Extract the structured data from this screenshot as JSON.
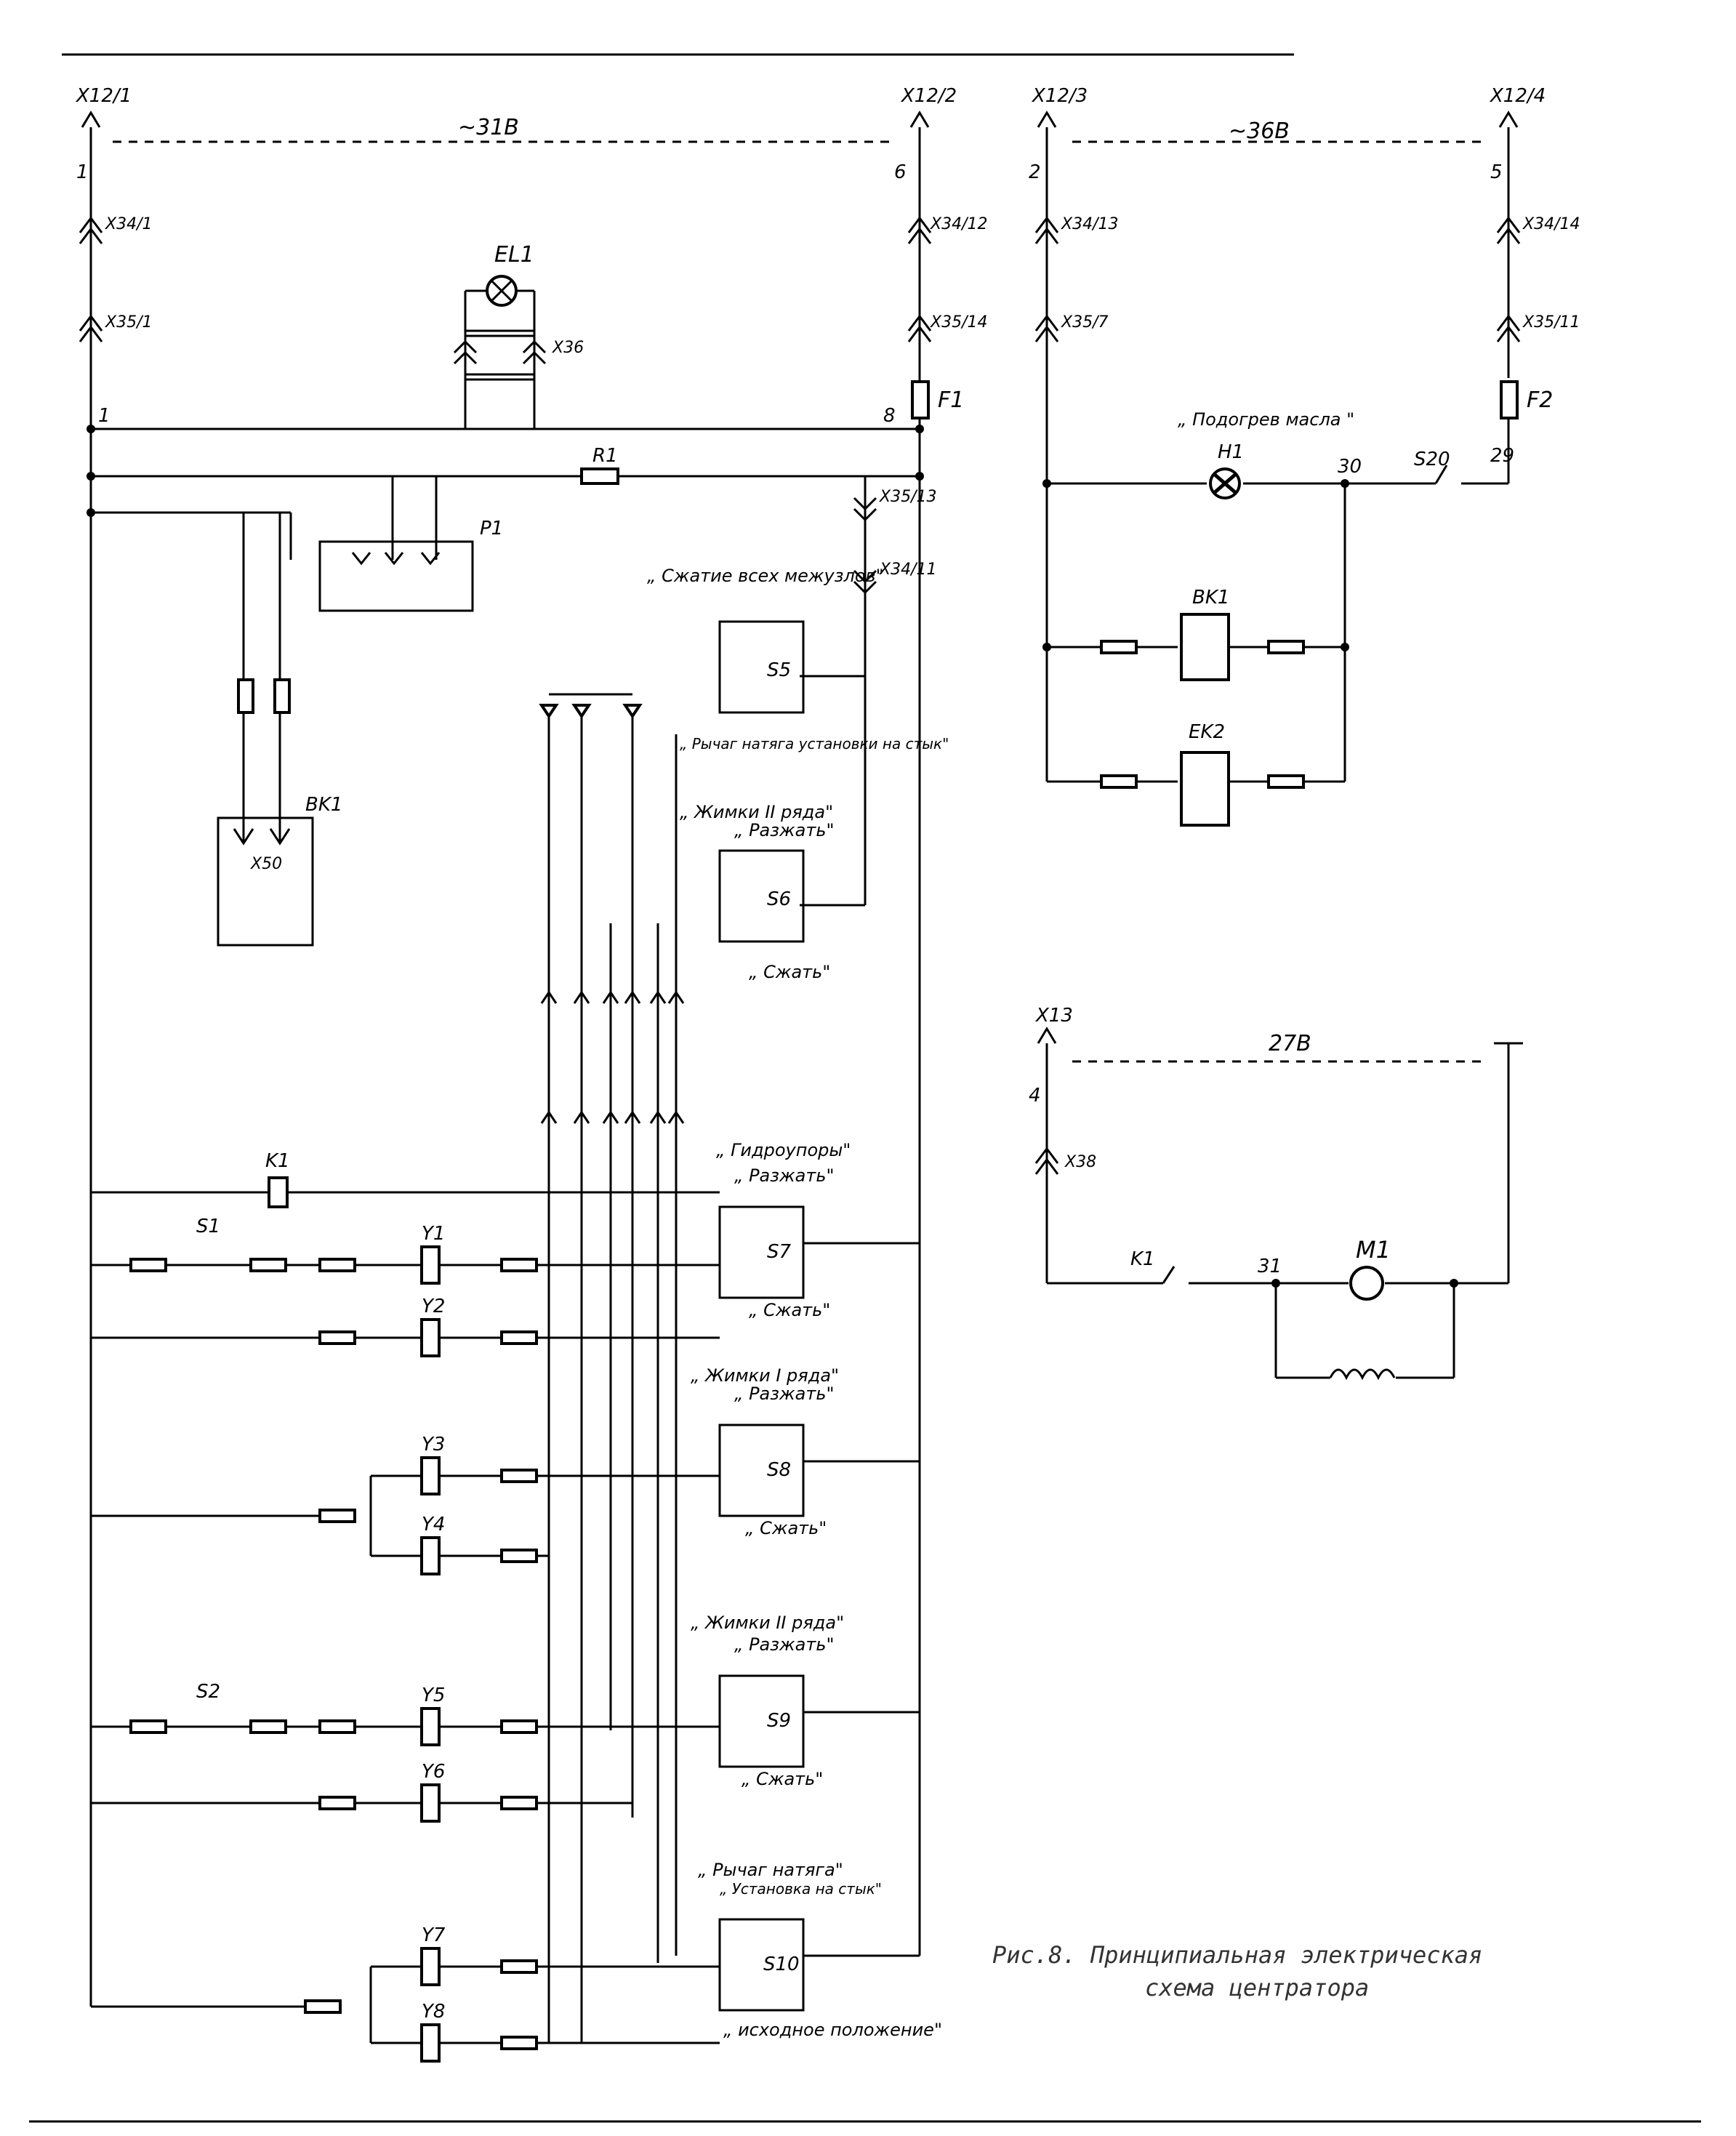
{
  "terminals": {
    "x12_1": "X12/1",
    "x12_2": "X12/2",
    "x12_3": "X12/3",
    "x12_4": "X12/4",
    "x13": "X13"
  },
  "voltages": {
    "dc31": "~31B",
    "ac36": "~36B",
    "dc27": "27B"
  },
  "wires": {
    "w1": "1",
    "w6": "6",
    "w2": "2",
    "w5": "5",
    "w4": "4",
    "w8": "8",
    "w30": "30",
    "w29": "29",
    "w31": "31",
    "w1b": "1"
  },
  "connectors": {
    "x34_1": "X34/1",
    "x35_1": "X35/1",
    "x34_12": "X34/12",
    "x35_14": "X35/14",
    "x34_13": "X34/13",
    "x35_7": "X35/7",
    "x34_14": "X34/14",
    "x35_11": "X35/11",
    "x36": "X36",
    "x35_13": "X35/13",
    "x34_11": "X34/11",
    "x50": "X50",
    "x38": "X38"
  },
  "components": {
    "el1": "EL1",
    "f1": "F1",
    "f2": "F2",
    "r1": "R1",
    "p1": "P1",
    "bk1_left": "BK1",
    "bk1_right": "BK1",
    "ek2": "EK2",
    "h1": "H1",
    "s20": "S20",
    "k1": "K1",
    "k1_coil": "K1",
    "m1": "M1",
    "s1": "S1",
    "s2": "S2",
    "s5": "S5",
    "s6": "S6",
    "s7": "S7",
    "s8": "S8",
    "s9": "S9",
    "s10": "S10",
    "y1": "Y1",
    "y2": "Y2",
    "y3": "Y3",
    "y4": "Y4",
    "y5": "Y5",
    "y6": "Y6",
    "y7": "Y7",
    "y8": "Y8"
  },
  "captions": {
    "oil_heating": "„ Подогрев масла \"",
    "s5_title": "„ Сжатие всех межузлов\"",
    "s5_lever": "„ Рычаг натяга установки на стык\"",
    "s6_title": "„ Жимки II ряда\"",
    "s6_open": "„ Разжать\"",
    "s6_close": "„ Сжать\"",
    "s7_title": "„ Гидроупоры\"",
    "s7_open": "„ Разжать\"",
    "s7_close": "„ Сжать\"",
    "s8_title": "„ Жимки I ряда\"",
    "s8_open": "„ Разжать\"",
    "s8_close": "„ Сжать\"",
    "s9_title": "„ Жимки II ряда\"",
    "s9_open": "„ Разжать\"",
    "s9_close": "„ Сжать\"",
    "s10_title": "„ Рычаг натяга\"",
    "s10_sub": "„ Установка на стык\"",
    "s10_home": "„ исходное положение\""
  },
  "figure_caption": {
    "line1": "Рис.8. Принципиальная электрическая",
    "line2": "схема центратора"
  },
  "colors": {
    "ink": "#000000",
    "paper": "#ffffff",
    "caption": "#333333"
  }
}
